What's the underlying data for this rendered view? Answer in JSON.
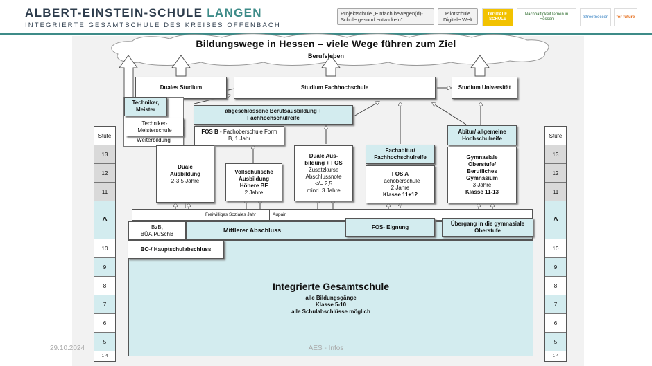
{
  "header": {
    "school_name": "ALBERT-EINSTEIN-SCHULE",
    "school_name_highlight": "LANGEN",
    "subtitle": "INTEGRIERTE GESAMTSCHULE DES KREISES OFFENBACH",
    "badge_projekt_1": "Projektschule „Einfach bewegen(d)-",
    "badge_projekt_2": "Schule gesund entwickeln\"",
    "badge_pilot_1": "Pilotschule",
    "badge_pilot_2": "Digitale Welt",
    "logo_digitale_1": "DIGITALE",
    "logo_digitale_2": "SCHULE",
    "logo_nachhaltig": "Nachhaltigkeit lernen in Hessen",
    "logo_streetsoccer": "StreetSoccer",
    "logo_future": "for future"
  },
  "diagram": {
    "title": "Bildungswege in Hessen – viele Wege führen zum Ziel",
    "berufsleben": "Berufsleben",
    "duales_studium": "Duales Studium",
    "studium_fh": "Studium Fachhochschule",
    "studium_uni": "Studium Universität",
    "techniker_1": "Techniker,",
    "techniker_2": "Meister",
    "techniker_schule_1": "Techniker-",
    "techniker_schule_2": "Meisterschule",
    "weiterbildung": "Weiterbildung",
    "abgeschl_1": "abgeschlossene Berufsausbildung +",
    "abgeschl_2": "Fachhochschulreife",
    "fosb_bold": "FOS B",
    "fosb_1": " - Fachoberschule Form",
    "fosb_2": "B, 1 Jahr",
    "duale_ausb_1": "Duale",
    "duale_ausb_2": "Ausbildung",
    "duale_ausb_3": "2-3,5 Jahre",
    "vollschul_1": "Vollschulische",
    "vollschul_2": "Ausbildung",
    "vollschul_3": "Höhere BF",
    "vollschul_4": "2 Jahre",
    "dualfos_1": "Duale Aus-",
    "dualfos_2": "bildung + FOS",
    "dualfos_3": "Zusatzkurse",
    "dualfos_4": "Abschlussnote",
    "dualfos_5": "</= 2,5",
    "dualfos_6": "mind. 3 Jahre",
    "fachabitur_1": "Fachabitur/",
    "fachabitur_2": "Fachhochschulreife",
    "fosa_1": "FOS A",
    "fosa_2": "Fachoberschule",
    "fosa_3": "2 Jahre",
    "fosa_4": "Klasse 11+12",
    "abitur_1": "Abitur/ allgemeine",
    "abitur_2": "Hochschulreife",
    "gym_1": "Gymnasiale",
    "gym_2": "Oberstufe/",
    "gym_3": "Berufliches",
    "gym_4": "Gymnasium",
    "gym_5": "3 Jahre",
    "gym_6": "Klasse 11-13",
    "fsj": "Freiwilliges Soziales Jahr",
    "aupair": "Aupair",
    "bzb_1": "BzB,",
    "bzb_2": "BÜA,PuSchB",
    "mittlerer": "Mittlerer Abschluss",
    "fos_eignung": "FOS- Eignung",
    "uebergang_1": "Übergang in die gymnasiale",
    "uebergang_2": "Oberstufe",
    "bo_haupt": "BO-/ Hauptschulabschluss",
    "igs_title": "Integrierte Gesamtschule",
    "igs_1": "alle Bildungsgänge",
    "igs_2": "Klasse 5-10",
    "igs_3": "alle Schulabschlüsse möglich"
  },
  "stufe": {
    "header": "Stufe",
    "cells": [
      "13",
      "12",
      "11",
      "^",
      "10",
      "9",
      "8",
      "7",
      "6",
      "5",
      "1-4"
    ]
  },
  "footer": {
    "date": "29.10.2024",
    "center": "AES - Infos"
  },
  "colors": {
    "accent": "#3d8b88",
    "light_teal": "#d3ecef",
    "dark_text": "#2d3c4c"
  }
}
